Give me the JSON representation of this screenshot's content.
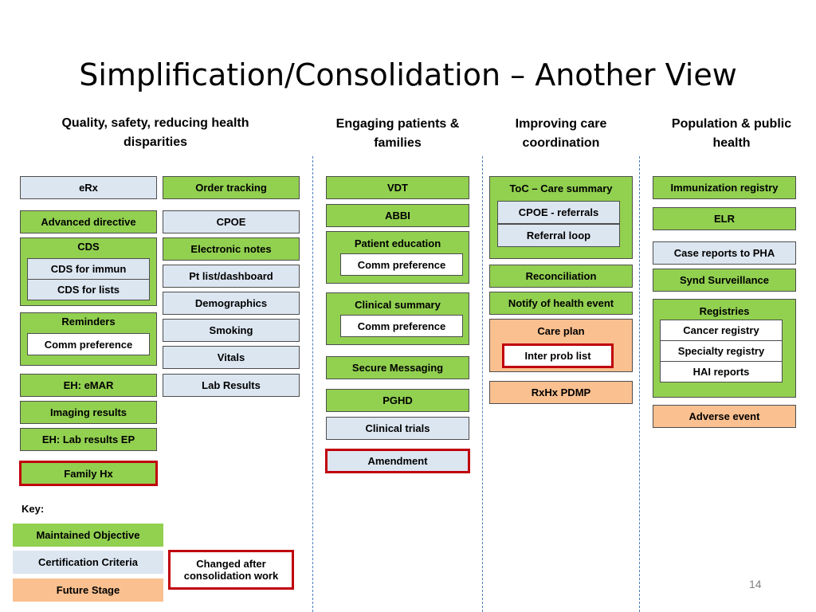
{
  "title": "Simplification/Consolidation – Another View",
  "columns": {
    "quality": "Quality, safety, reducing health disparities",
    "engaging": "Engaging patients & families",
    "care": "Improving care coordination",
    "population": "Population & public health"
  },
  "quality_left": {
    "erx": "eRx",
    "advanced_directive": "Advanced directive",
    "cds": {
      "title": "CDS",
      "immun": "CDS for immun",
      "lists": "CDS for lists"
    },
    "reminders": {
      "title": "Reminders",
      "comm": "Comm preference"
    },
    "eh_emar": "EH: eMAR",
    "imaging": "Imaging results",
    "eh_lab": "EH: Lab results EP",
    "family_hx": "Family Hx"
  },
  "quality_right": {
    "order_tracking": "Order  tracking",
    "cpoe": "CPOE",
    "electronic_notes": "Electronic notes",
    "pt_list": "Pt list/dashboard",
    "demographics": "Demographics",
    "smoking": "Smoking",
    "vitals": "Vitals",
    "lab_results": "Lab Results"
  },
  "engaging": {
    "vdt": "VDT",
    "abbi": "ABBI",
    "patient_education": {
      "title": "Patient education",
      "comm": "Comm preference"
    },
    "clinical_summary": {
      "title": "Clinical summary",
      "comm": "Comm preference"
    },
    "secure_messaging": "Secure Messaging",
    "pghd": "PGHD",
    "clinical_trials": "Clinical trials",
    "amendment": "Amendment"
  },
  "care": {
    "toc": {
      "title": "ToC – Care summary",
      "cpoe_referrals": "CPOE - referrals",
      "referral_loop": "Referral loop"
    },
    "reconciliation": "Reconciliation",
    "notify": "Notify of health event",
    "care_plan": {
      "title": "Care plan",
      "inter_prob": "Inter prob list"
    },
    "rxhx": "RxHx PDMP"
  },
  "population": {
    "immunization": "Immunization registry",
    "elr": "ELR",
    "case_reports": "Case reports to PHA",
    "synd": "Synd Surveillance",
    "registries": {
      "title": "Registries",
      "cancer": "Cancer registry",
      "specialty": "Specialty registry",
      "hai": "HAI reports"
    },
    "adverse": "Adverse event"
  },
  "key": {
    "label": "Key:",
    "maintained": "Maintained Objective",
    "certification": "Certification Criteria",
    "future": "Future Stage",
    "changed": "Changed after consolidation work"
  },
  "colors": {
    "maintained": "#92d050",
    "certification": "#dce6f1",
    "future": "#fac090",
    "changed_border": "#c0000c"
  },
  "page_number": "14"
}
